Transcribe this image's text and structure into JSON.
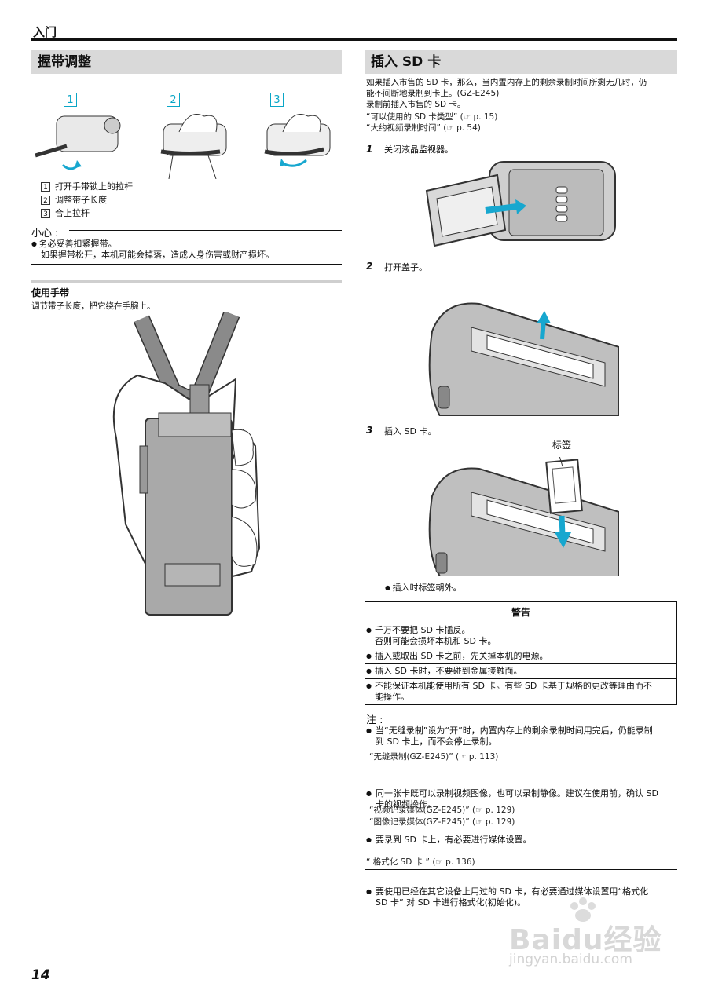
{
  "header": {
    "title": "入门"
  },
  "left": {
    "section_title": "握带调整",
    "step_numbers": [
      "1",
      "2",
      "3"
    ],
    "steps": [
      {
        "num": "1",
        "text": "打开手带锁上的拉杆"
      },
      {
        "num": "2",
        "text": "调整带子长度"
      },
      {
        "num": "3",
        "text": "合上拉杆"
      }
    ],
    "caution": {
      "label": "小心 :",
      "item": "务必妥善扣紧握带。",
      "detail": "如果握带松开，本机可能会掉落，造成人身伤害或财产损坏。"
    },
    "use_strap": {
      "title": "使用手带",
      "text": "调节带子长度，把它绕在手腕上。"
    }
  },
  "right": {
    "section_title": "插入 SD 卡",
    "intro": [
      "如果插入市售的 SD 卡，那么，当内置内存上的剩余录制时间所剩无几时，仍",
      "能不间断地录制到卡上。(GZ-E245)",
      "录制前插入市售的 SD 卡。",
      "“可以使用的 SD 卡类型” (☞ p. 15)",
      "“大约视频录制时间” (☞ p. 54)"
    ],
    "steps": [
      {
        "num": "1",
        "text": "关闭液晶监视器。"
      },
      {
        "num": "2",
        "text": "打开盖子。"
      },
      {
        "num": "3",
        "text": "插入 SD 卡。"
      }
    ],
    "label_callout": "标签",
    "step3_note": "插入时标签朝外。",
    "warning": {
      "title": "警告",
      "items": [
        [
          "千万不要把 SD 卡插反。",
          "否则可能会损坏本机和 SD 卡。"
        ],
        [
          "插入或取出 SD 卡之前，先关掉本机的电源。"
        ],
        [
          "插入 SD 卡时，不要碰到金属接触面。"
        ],
        [
          "不能保证本机能使用所有 SD 卡。有些 SD 卡基于规格的更改等理由而不",
          "能操作。"
        ]
      ]
    },
    "note": {
      "label": "注 :",
      "n1": [
        "当“无缝录制”设为“开”时，内置内存上的剩余录制时间用完后，仍能录制",
        "到 SD 卡上，而不会停止录制。"
      ],
      "r1": "“无缝录制(GZ-E245)” (☞ p. 113)",
      "n2": [
        "同一张卡既可以录制视频图像，也可以录制静像。建议在使用前，确认 SD",
        "卡的视频操作。"
      ],
      "n3": "要录到 SD 卡上，有必要进行媒体设置。",
      "r3a": "“视频记录媒体(GZ-E245)” (☞ p. 129)",
      "r3b": "“图像记录媒体(GZ-E245)” (☞ p. 129)",
      "n4": [
        "要使用已经在其它设备上用过的 SD 卡，有必要通过媒体设置用“格式化",
        "SD 卡” 对 SD 卡进行格式化(初始化)。"
      ],
      "r4": "“ 格式化 SD 卡 ” (☞ p. 136)"
    }
  },
  "footer": {
    "page_number": "14"
  },
  "watermark": {
    "brand": "Baidu经验",
    "url": "jingyan.baidu.com"
  }
}
